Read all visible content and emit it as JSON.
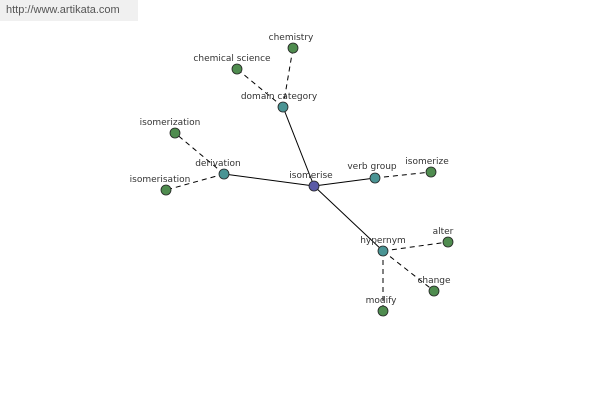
{
  "watermark": "http://www.artikata.com",
  "colors": {
    "center": "#5a5aa6",
    "relation": "#4a9494",
    "leaf": "#4f8c4f"
  },
  "nodes": [
    {
      "id": "isomerise",
      "label": "isomerise",
      "kind": "center"
    },
    {
      "id": "domain_category",
      "label": "domain category",
      "kind": "relation"
    },
    {
      "id": "derivation",
      "label": "derivation",
      "kind": "relation"
    },
    {
      "id": "verb_group",
      "label": "verb group",
      "kind": "relation"
    },
    {
      "id": "hypernym",
      "label": "hypernym",
      "kind": "relation"
    },
    {
      "id": "chemistry",
      "label": "chemistry",
      "kind": "leaf"
    },
    {
      "id": "chemical_science",
      "label": "chemical science",
      "kind": "leaf"
    },
    {
      "id": "isomerization",
      "label": "isomerization",
      "kind": "leaf"
    },
    {
      "id": "isomerisation",
      "label": "isomerisation",
      "kind": "leaf"
    },
    {
      "id": "isomerize",
      "label": "isomerize",
      "kind": "leaf"
    },
    {
      "id": "alter",
      "label": "alter",
      "kind": "leaf"
    },
    {
      "id": "change",
      "label": "change",
      "kind": "leaf"
    },
    {
      "id": "modify",
      "label": "modify",
      "kind": "leaf"
    }
  ],
  "edges": [
    {
      "from": "isomerise",
      "to": "domain_category",
      "style": "solid"
    },
    {
      "from": "isomerise",
      "to": "derivation",
      "style": "solid"
    },
    {
      "from": "isomerise",
      "to": "verb_group",
      "style": "solid"
    },
    {
      "from": "isomerise",
      "to": "hypernym",
      "style": "solid"
    },
    {
      "from": "domain_category",
      "to": "chemistry",
      "style": "dashed"
    },
    {
      "from": "domain_category",
      "to": "chemical_science",
      "style": "dashed"
    },
    {
      "from": "derivation",
      "to": "isomerization",
      "style": "dashed"
    },
    {
      "from": "derivation",
      "to": "isomerisation",
      "style": "dashed"
    },
    {
      "from": "verb_group",
      "to": "isomerize",
      "style": "dashed"
    },
    {
      "from": "hypernym",
      "to": "alter",
      "style": "dashed"
    },
    {
      "from": "hypernym",
      "to": "change",
      "style": "dashed"
    },
    {
      "from": "hypernym",
      "to": "modify",
      "style": "dashed"
    }
  ]
}
